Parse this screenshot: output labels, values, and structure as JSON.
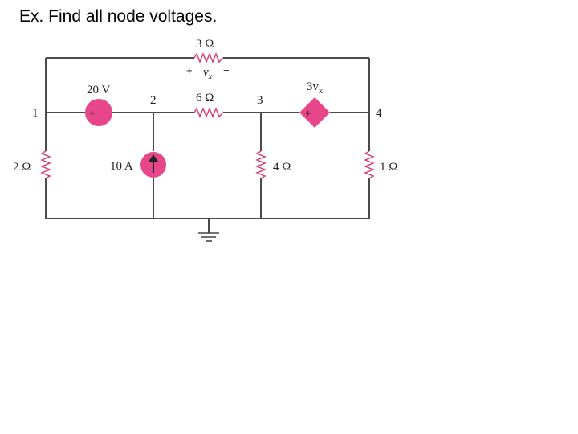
{
  "title": "Ex. Find all node voltages.",
  "nodes": {
    "n1": "1",
    "n2": "2",
    "n3": "3",
    "n4": "4"
  },
  "resistors": {
    "r_top": "3 Ω",
    "r_mid": "6 Ω",
    "r_left": "2 Ω",
    "r_center": "4 Ω",
    "r_right": "1 Ω"
  },
  "sources": {
    "voltage": "20 V",
    "current": "10 A",
    "dependent_prefix": "3v",
    "dependent_sub": "x"
  },
  "vx_label": {
    "plus": "+",
    "v": "v",
    "sub": "x",
    "minus": "−"
  },
  "source_polarity": {
    "plus": "+",
    "minus": "−"
  },
  "colors": {
    "component": "#e8468a",
    "wire": "#4a4a4a"
  }
}
